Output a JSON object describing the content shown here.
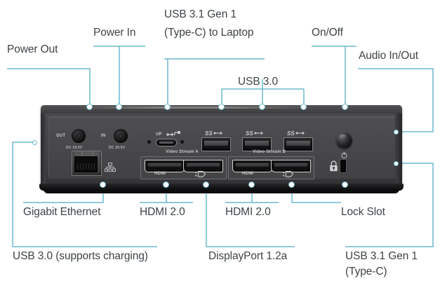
{
  "diagram": {
    "title": "Docking station rear panel port callout diagram",
    "accent_color": "#6cb9cd",
    "text_color": "#3d4347",
    "device_color": "#48484a"
  },
  "callouts": {
    "power_out": "Power Out",
    "power_in": "Power In",
    "usb31_typec_laptop_line1": "USB 3.1 Gen 1",
    "usb31_typec_laptop_line2": "(Type-C) to Laptop",
    "on_off": "On/Off",
    "audio_in_out": "Audio In/Out",
    "usb30": "USB 3.0",
    "gigabit_ethernet": "Gigabit Ethernet",
    "hdmi_a": "HDMI 2.0",
    "hdmi_b": "HDMI 2.0",
    "lock_slot": "Lock Slot",
    "usb30_charging": "USB 3.0 (supports charging)",
    "displayport": "DisplayPort 1.2a",
    "usb31_typec_line1": "USB 3.1 Gen 1",
    "usb31_typec_line2": "(Type-C)"
  },
  "device_markings": {
    "power_out_label": "OUT",
    "power_out_spec": "DC 19.5V",
    "power_in_label": "IN",
    "power_in_spec": "DC 20.5V",
    "upstream_label": "UP",
    "usb_ss_1": "SS",
    "usb_ss_2": "SS",
    "usb_ss_3": "SS",
    "video_stream_a": "Video Stream A",
    "video_stream_b": "Video Stream B",
    "hdmi_a_label": "HDMI",
    "dp_a_label": "D",
    "hdmi_b_label": "HDMI",
    "dp_b_label": "D"
  }
}
